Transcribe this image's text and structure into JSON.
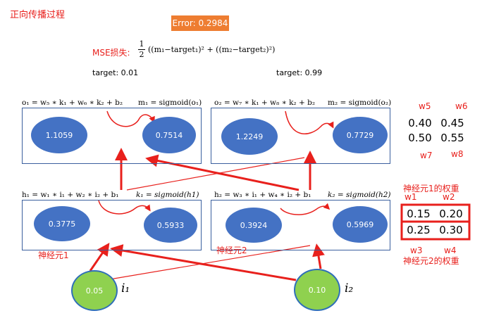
{
  "title": "正向传播过程",
  "error": "Error: 0.2984",
  "mse": {
    "label": "MSE损失:",
    "numerator": "1",
    "denominator": "2",
    "expression": "((m₁−target₁)² + ((m₂−target₂)²)"
  },
  "targets": {
    "t1": "target: 0.01",
    "t2": "target: 0.99"
  },
  "output_layer": {
    "o1_eq": "o₁ = w₅ ∗ k₁ + w₆ ∗ k₂ + b₂",
    "m1_eq": "m₁ = sigmoid(o₁)",
    "o2_eq": "o₂ = w₇ ∗ k₁ + w₈ ∗ k₂ + b₂",
    "m2_eq": "m₂ = sigmoid(o₂)",
    "o1_value": "1.1059",
    "m1_value": "0.7514",
    "o2_value": "1.2249",
    "m2_value": "0.7729"
  },
  "hidden_layer": {
    "h1_eq": "h₁ = w₁ ∗ i₁ + w₂ ∗ i₂ + b₁",
    "k1_eq": "k₁ = sigmoid(h1)",
    "h2_eq": "h₂ = w₃ ∗ i₁ + w₄ ∗ i₂ + b₁",
    "k2_eq": "k₂ = sigmoid(h2)",
    "h1_value": "0.3775",
    "k1_value": "0.5933",
    "h2_value": "0.3924",
    "k2_value": "0.5969",
    "neuron1_label": "神经元1",
    "neuron2_label": "神经元2"
  },
  "inputs": {
    "i1_value": "0.05",
    "i2_value": "0.10",
    "i1_label": "i₁",
    "i2_label": "i₂"
  },
  "output_weights": {
    "w5_label": "w5",
    "w6_label": "w6",
    "w7_label": "w7",
    "w8_label": "w8",
    "row1": [
      "0.40",
      "0.45"
    ],
    "row2": [
      "0.50",
      "0.55"
    ]
  },
  "hidden_weights": {
    "neuron1_title": "神经元1的权重",
    "neuron2_title": "神经元2的权重",
    "w1_label": "w1",
    "w2_label": "w2",
    "w3_label": "w3",
    "w4_label": "w4",
    "row1": [
      "0.15",
      "0.20"
    ],
    "row2": [
      "0.25",
      "0.30"
    ]
  },
  "colors": {
    "accent_red": "#e8201c",
    "node_blue": "#4472c4",
    "input_green": "#8fd14f",
    "error_orange": "#ee7d31",
    "box_border": "#3a5f9e"
  }
}
